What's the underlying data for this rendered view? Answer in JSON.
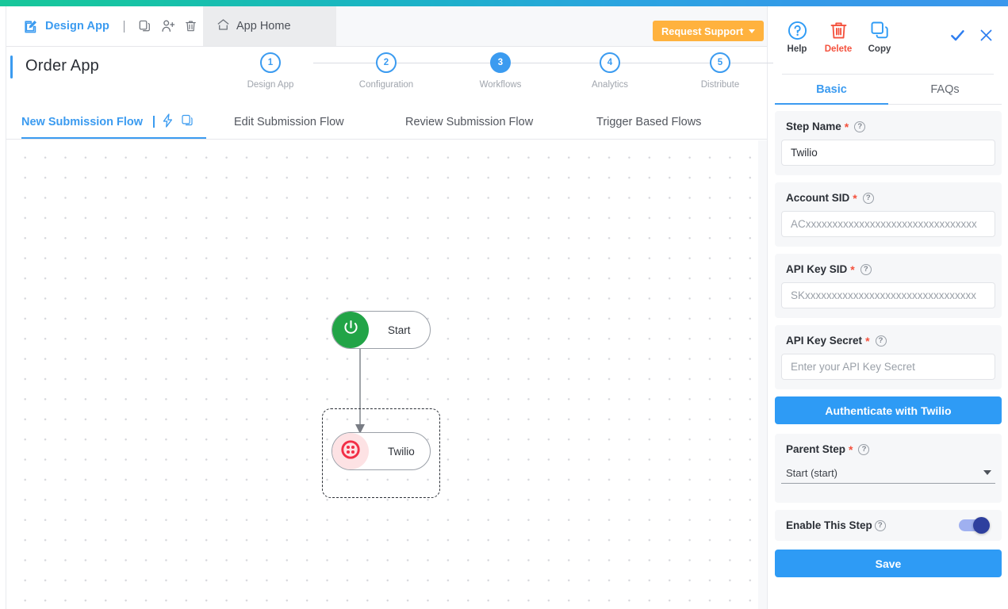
{
  "header": {
    "design_app_label": "Design App",
    "app_home_label": "App Home",
    "request_support_label": "Request Support",
    "icons": {
      "edit": "edit-square-icon",
      "copy": "copy-icon",
      "add_user": "add-user-icon",
      "delete": "trash-icon",
      "home": "home-icon"
    },
    "accent_blue": "#3b9bf0",
    "support_orange": "#ffb23e"
  },
  "title": {
    "app_name": "Order App"
  },
  "stepper": {
    "steps": [
      {
        "num": "1",
        "label": "Design App",
        "active": false
      },
      {
        "num": "2",
        "label": "Configuration",
        "active": false
      },
      {
        "num": "3",
        "label": "Workflows",
        "active": true
      },
      {
        "num": "4",
        "label": "Analytics",
        "active": false
      },
      {
        "num": "5",
        "label": "Distribute",
        "active": false
      }
    ]
  },
  "flow_tabs": {
    "items": [
      {
        "label": "New Submission Flow",
        "active": true
      },
      {
        "label": "Edit Submission Flow",
        "active": false
      },
      {
        "label": "Review Submission Flow",
        "active": false
      },
      {
        "label": "Trigger Based Flows",
        "active": false
      }
    ]
  },
  "canvas": {
    "nodes": [
      {
        "label": "Start",
        "icon": "power-icon",
        "color": "#22a447"
      },
      {
        "label": "Twilio",
        "icon": "twilio-logo-icon",
        "color": "#f22f46"
      }
    ]
  },
  "right_panel": {
    "toolbar": {
      "help_label": "Help",
      "delete_label": "Delete",
      "copy_label": "Copy",
      "confirm_icon": "check-icon",
      "close_icon": "close-icon",
      "delete_color": "#f4513d"
    },
    "tabs": [
      {
        "label": "Basic",
        "active": true
      },
      {
        "label": "FAQs",
        "active": false
      }
    ],
    "fields": [
      {
        "label": "Step Name",
        "required": "*",
        "value": "Twilio",
        "placeholder": ""
      },
      {
        "label": "Account SID",
        "required": "*",
        "value": "",
        "placeholder": "ACxxxxxxxxxxxxxxxxxxxxxxxxxxxxxxxx"
      },
      {
        "label": "API Key SID",
        "required": "*",
        "value": "",
        "placeholder": "SKxxxxxxxxxxxxxxxxxxxxxxxxxxxxxxxx"
      },
      {
        "label": "API Key Secret",
        "required": "*",
        "value": "",
        "placeholder": "Enter your API Key Secret"
      }
    ],
    "authenticate_label": "Authenticate with Twilio",
    "parent_step": {
      "label": "Parent Step",
      "required": "*",
      "value": "Start (start)"
    },
    "enable_step": {
      "label": "Enable This Step",
      "enabled": true
    },
    "save_label": "Save"
  }
}
